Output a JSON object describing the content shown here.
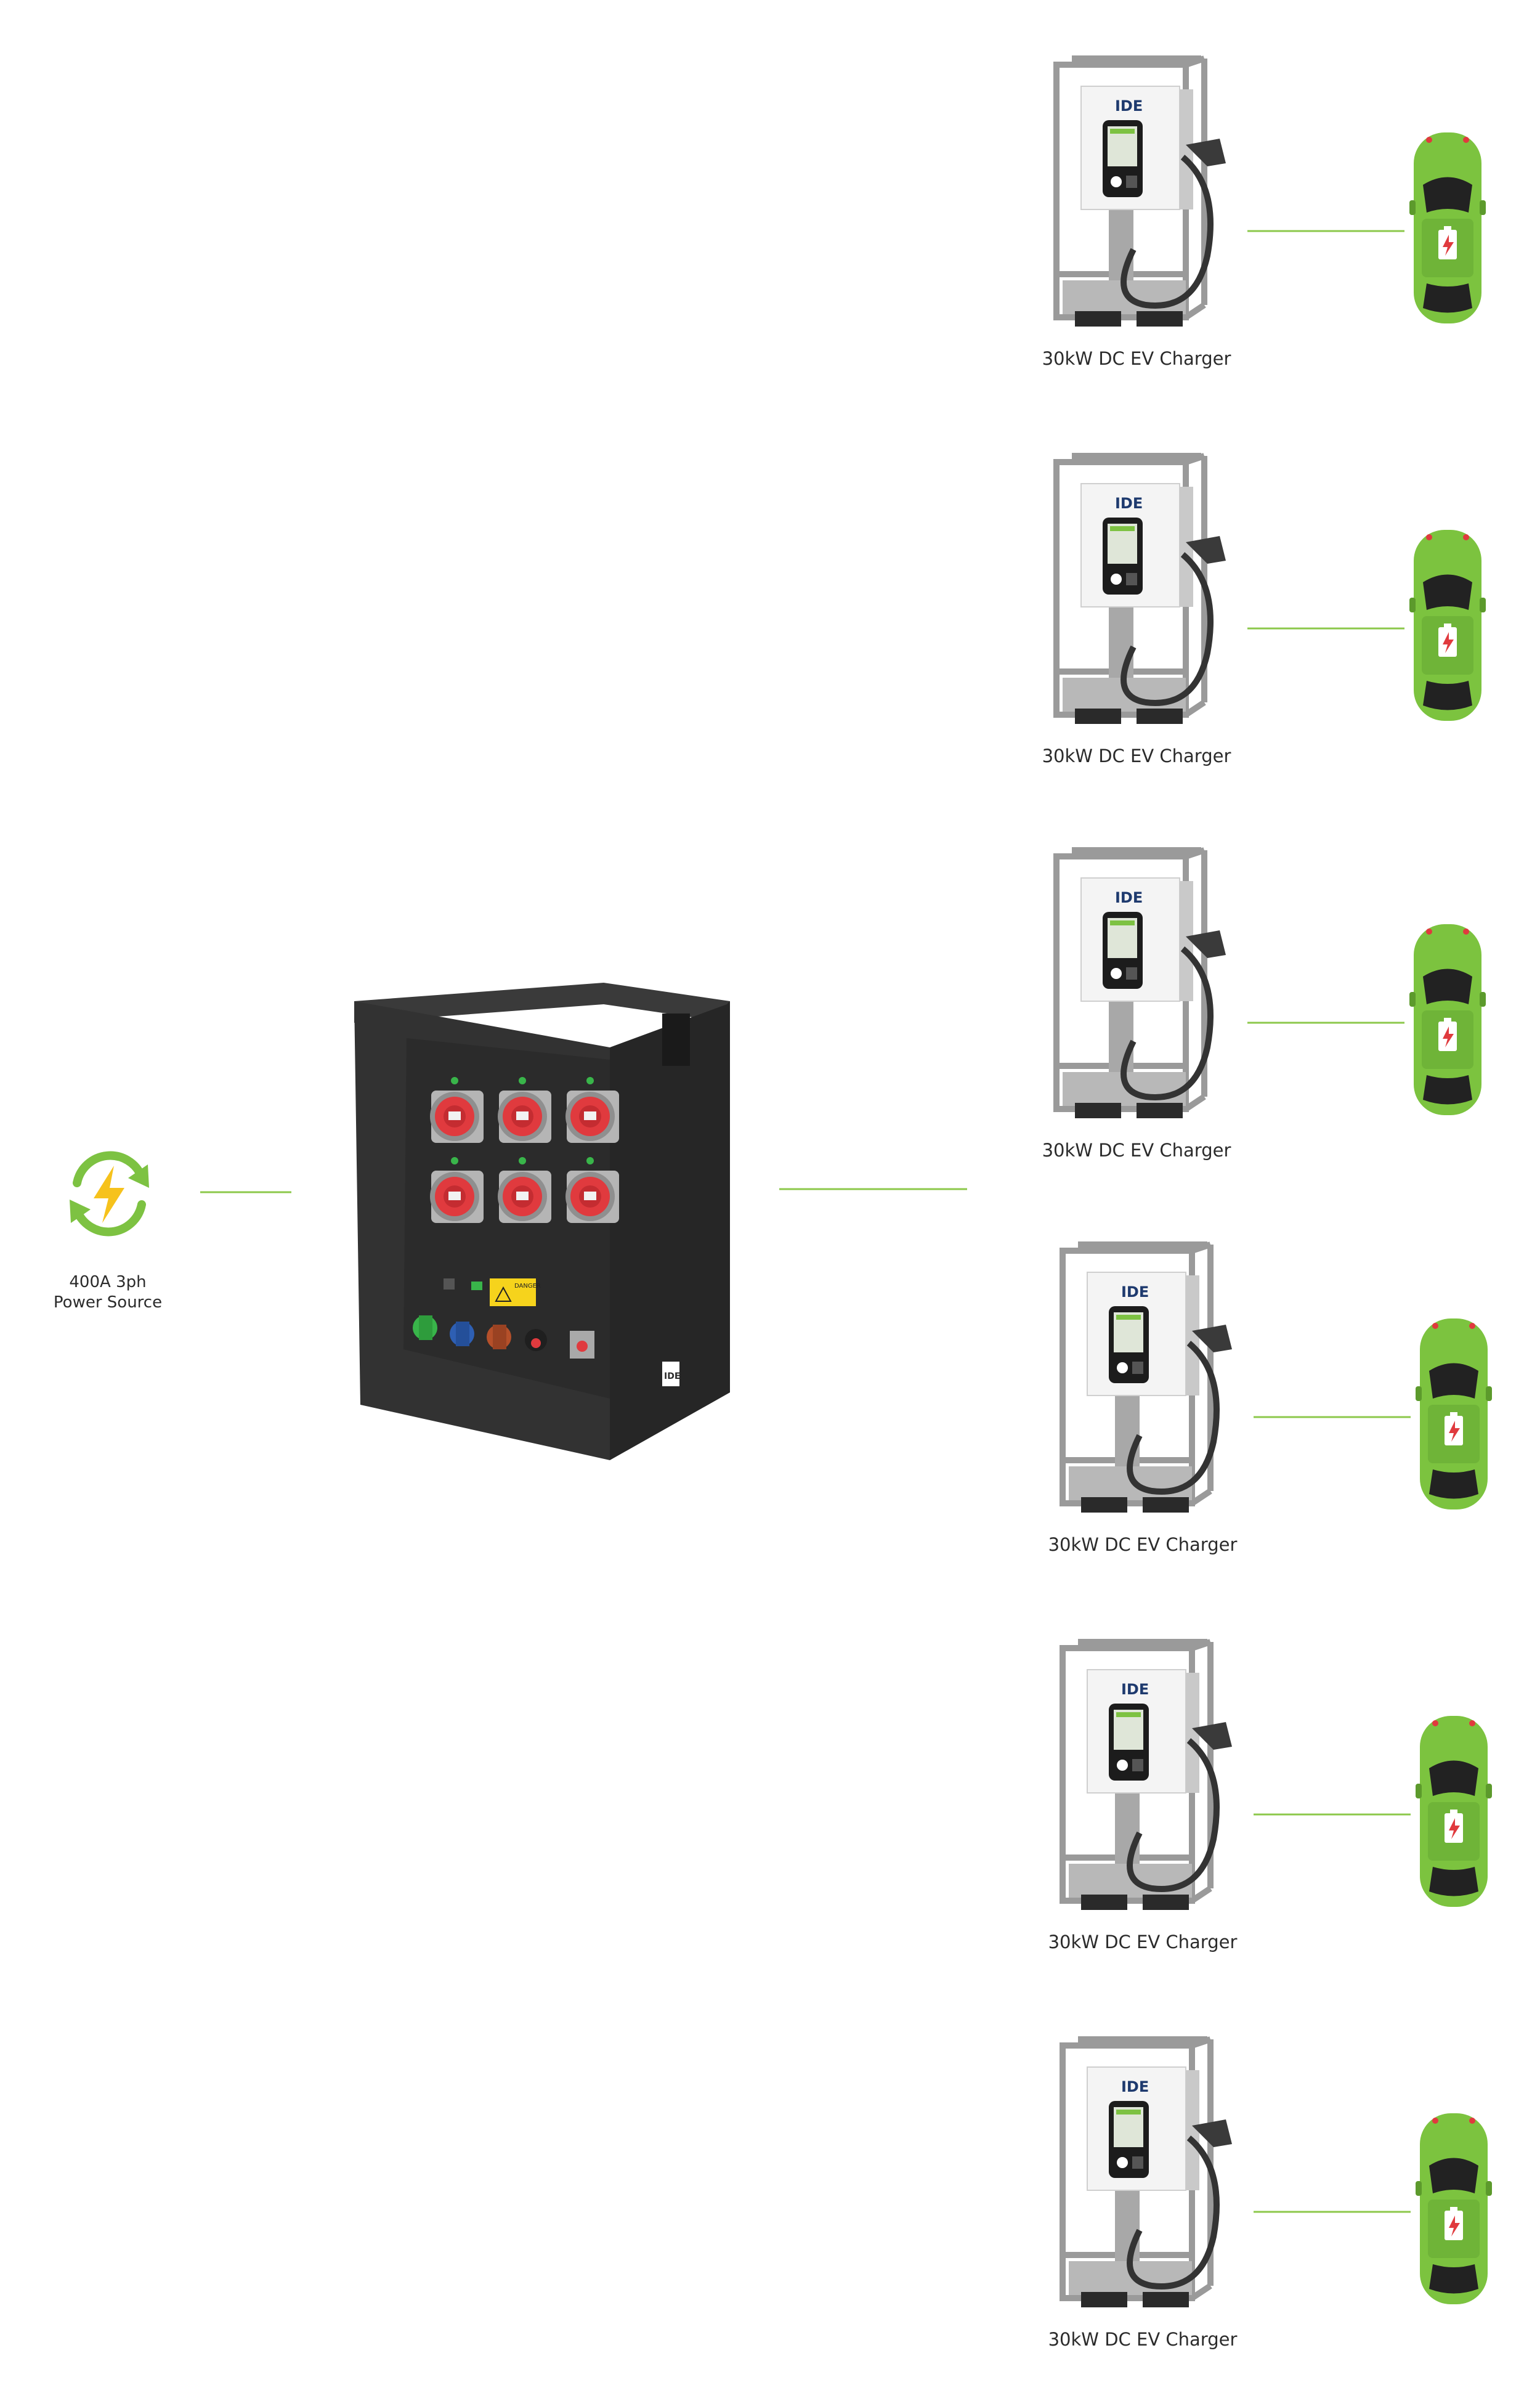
{
  "power_source": {
    "icon": "recycle-bolt-icon",
    "label_line1": "400A 3ph",
    "label_line2": "Power Source"
  },
  "distribution_unit": {
    "sockets": 6,
    "warning_label": "DANGER",
    "brand_mark": "IDE"
  },
  "chargers": [
    {
      "label": "30kW DC EV Charger",
      "brand": "IDE"
    },
    {
      "label": "30kW DC EV Charger",
      "brand": "IDE"
    },
    {
      "label": "30kW DC EV Charger",
      "brand": "IDE"
    },
    {
      "label": "30kW DC EV Charger",
      "brand": "IDE"
    },
    {
      "label": "30kW DC EV Charger",
      "brand": "IDE"
    },
    {
      "label": "30kW DC EV Charger",
      "brand": "IDE"
    }
  ],
  "colors": {
    "accent_green": "#7dc242",
    "car_green": "#7cc33f",
    "connector_line": "#8cc84b",
    "box_body": "#2f2f2f",
    "socket_red": "#e03a3e"
  }
}
